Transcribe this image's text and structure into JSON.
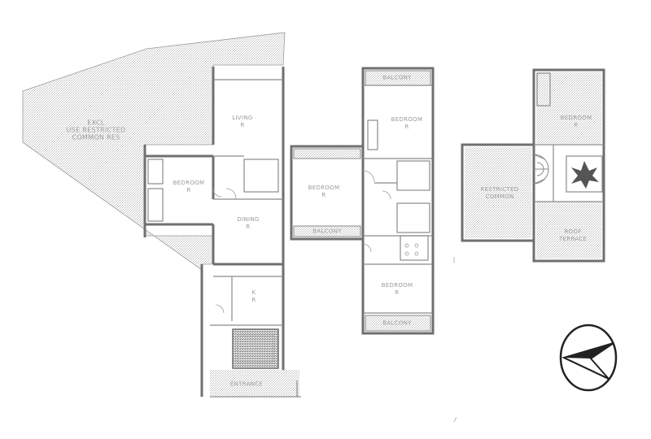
{
  "colors": {
    "wall": "#6f6f6f",
    "hatch": "#c9c9c9",
    "hatch_dark": "#8a8a8a",
    "background": "#ffffff",
    "label": "#9a9a9a"
  },
  "labels": {
    "garden": "EXCL\nUSE RESTRICTED\nCOMMON RES",
    "ground_living": "LIVING\nR",
    "ground_bed": "BEDROOM\nR",
    "ground_dining": "DINING\nR",
    "ground_kitchen": "K\nR",
    "entrance": "ENTRANCE",
    "first_balcony_top": "BALCONY",
    "first_bed_top": "BEDROOM\nR",
    "first_bed_left": "BEDROOM\nR",
    "first_balcony_left": "BALCONY",
    "first_bed_bottom": "BEDROOM\nR",
    "first_balcony_bottom": "BALCONY",
    "roof_room": "BEDROOM\nR",
    "roof_terrace": "ROOF\nTERRACE",
    "roof_storage": "RESTRICTED\nCOMMON"
  },
  "compass": {
    "symbol": "north-arrow"
  }
}
